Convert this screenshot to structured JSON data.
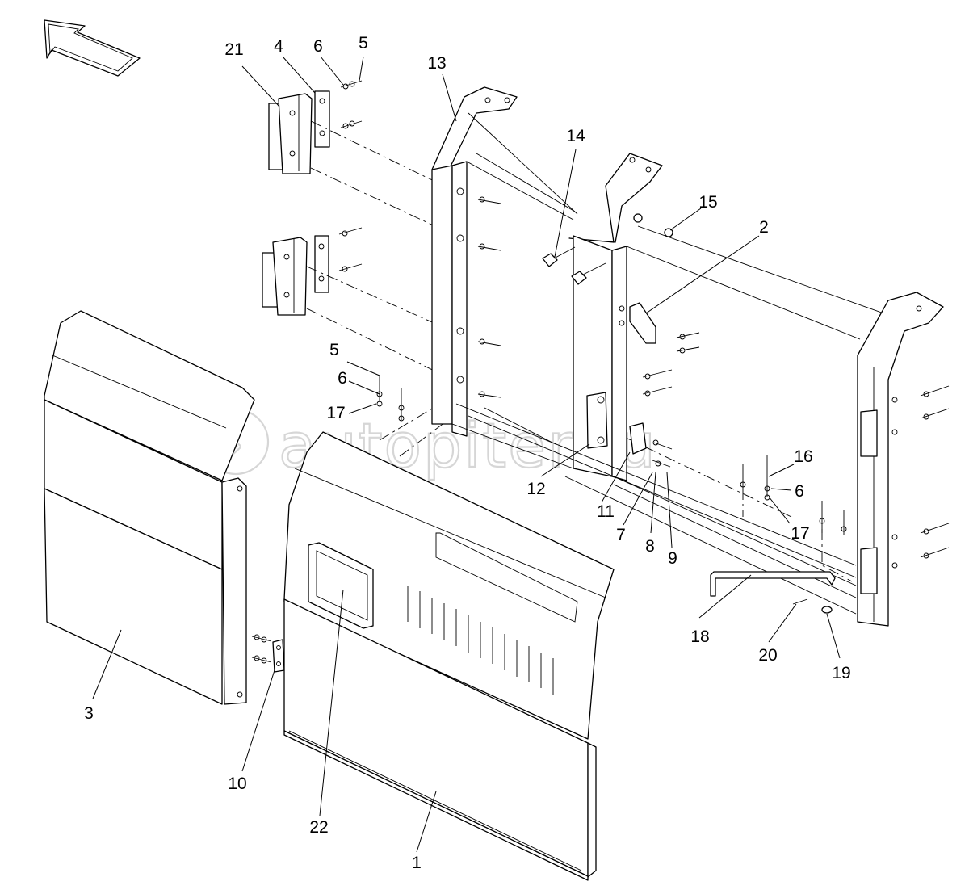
{
  "watermark": "autopiter.ru",
  "callouts": [
    {
      "id": "c21a",
      "text": "21"
    },
    {
      "id": "c4",
      "text": "4"
    },
    {
      "id": "c6a",
      "text": "6"
    },
    {
      "id": "c5a",
      "text": "5"
    },
    {
      "id": "c13",
      "text": "13"
    },
    {
      "id": "c14",
      "text": "14"
    },
    {
      "id": "c15",
      "text": "15"
    },
    {
      "id": "c2",
      "text": "2"
    },
    {
      "id": "c5b",
      "text": "5"
    },
    {
      "id": "c6b",
      "text": "6"
    },
    {
      "id": "c17a",
      "text": "17"
    },
    {
      "id": "c12",
      "text": "12"
    },
    {
      "id": "c11",
      "text": "11"
    },
    {
      "id": "c7",
      "text": "7"
    },
    {
      "id": "c8",
      "text": "8"
    },
    {
      "id": "c9",
      "text": "9"
    },
    {
      "id": "c16",
      "text": "16"
    },
    {
      "id": "c6c",
      "text": "6"
    },
    {
      "id": "c17b",
      "text": "17"
    },
    {
      "id": "c3",
      "text": "3"
    },
    {
      "id": "c10",
      "text": "10"
    },
    {
      "id": "c22",
      "text": "22"
    },
    {
      "id": "c1",
      "text": "1"
    },
    {
      "id": "c18",
      "text": "18"
    },
    {
      "id": "c20",
      "text": "20"
    },
    {
      "id": "c19",
      "text": "19"
    }
  ]
}
